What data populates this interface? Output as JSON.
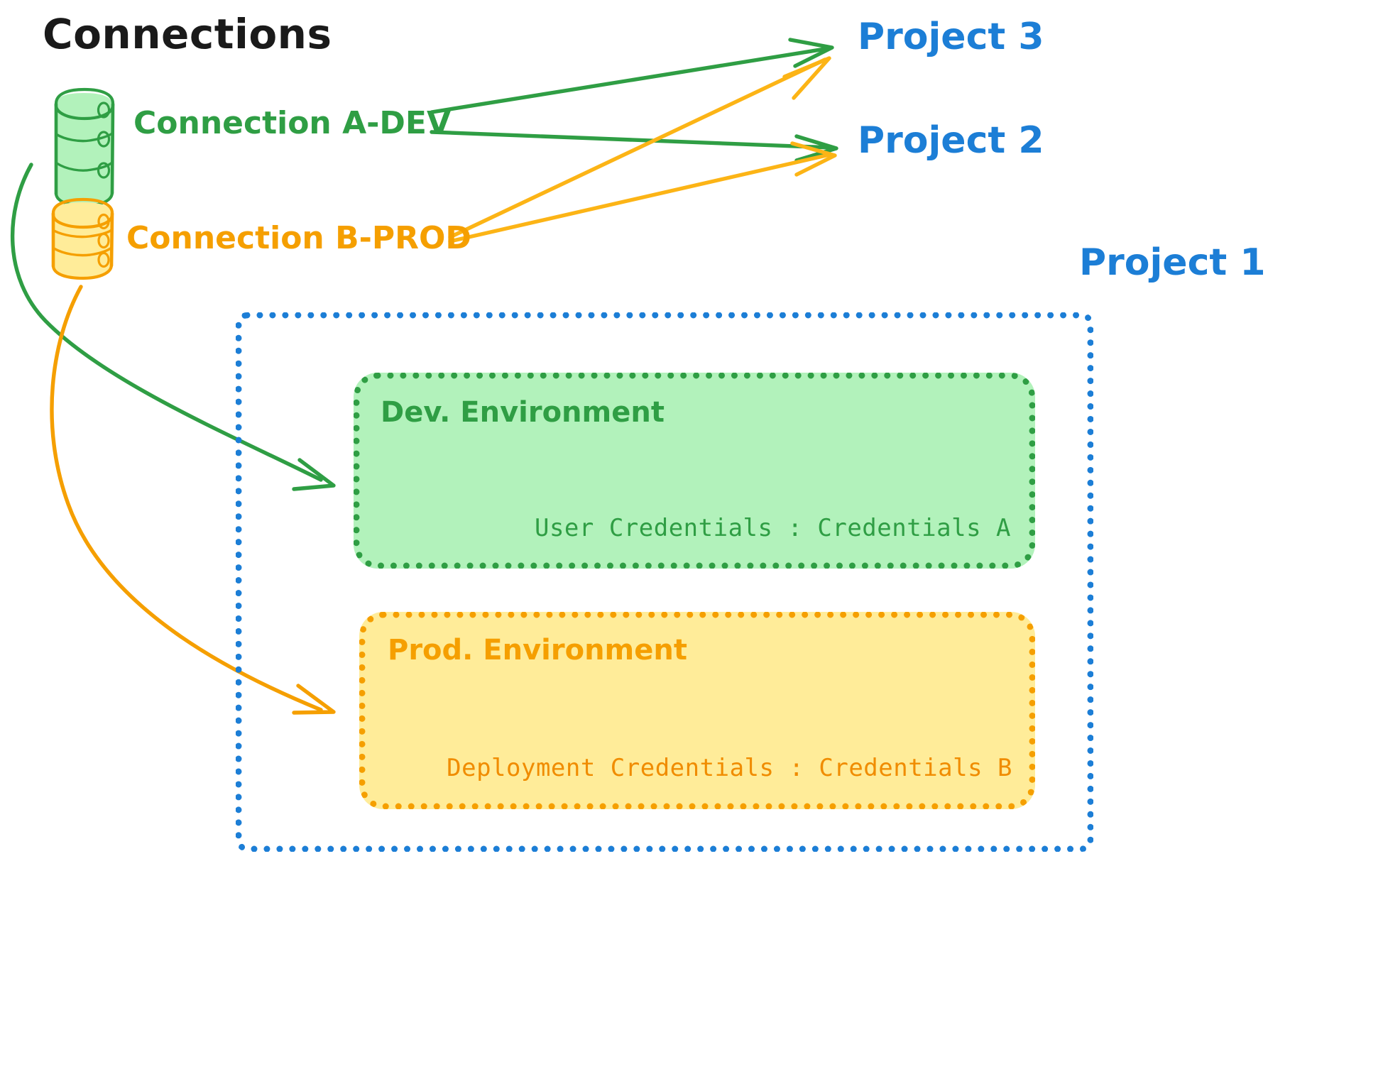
{
  "title": "Connections",
  "connections": [
    {
      "id": "a-dev",
      "label": "Connection A-DEV",
      "color": "#2f9e44",
      "icon": "database-icon"
    },
    {
      "id": "b-prod",
      "label": "Connection B-PROD",
      "color": "#f59f00",
      "icon": "database-icon"
    }
  ],
  "projects": [
    {
      "id": "project-3",
      "label": "Project 3",
      "color": "#1c7ed6"
    },
    {
      "id": "project-2",
      "label": "Project 2",
      "color": "#1c7ed6"
    },
    {
      "id": "project-1",
      "label": "Project 1",
      "color": "#1c7ed6"
    }
  ],
  "project1": {
    "label": "Project 1",
    "border_color": "#1c7ed6",
    "environments": [
      {
        "id": "dev",
        "title": "Dev. Environment",
        "credentials_label": "User Credentials",
        "credentials_separator": ":",
        "credentials_value": "Credentials A",
        "credentials_line": "User Credentials : Credentials A",
        "fill": "#b2f2bb",
        "stroke": "#2f9e44"
      },
      {
        "id": "prod",
        "title": "Prod. Environment",
        "credentials_label": "Deployment Credentials",
        "credentials_separator": ":",
        "credentials_value": "Credentials B",
        "credentials_line": "Deployment Credentials : Credentials B",
        "fill": "#ffec99",
        "stroke": "#f59f00"
      }
    ]
  },
  "edges": [
    {
      "id": "a-dev-to-project-3",
      "from": "Connection A-DEV",
      "to": "Project 3",
      "color": "#2f9e44"
    },
    {
      "id": "a-dev-to-project-2",
      "from": "Connection A-DEV",
      "to": "Project 2",
      "color": "#2f9e44"
    },
    {
      "id": "a-dev-to-dev-environment",
      "from": "Connection A-DEV",
      "to": "Dev. Environment",
      "color": "#2f9e44"
    },
    {
      "id": "b-prod-to-project-3",
      "from": "Connection B-PROD",
      "to": "Project 3",
      "color": "#f59f00"
    },
    {
      "id": "b-prod-to-project-2",
      "from": "Connection B-PROD",
      "to": "Project 2",
      "color": "#f59f00"
    },
    {
      "id": "b-prod-to-prod-environment",
      "from": "Connection B-PROD",
      "to": "Prod. Environment",
      "color": "#f59f00"
    }
  ],
  "colors": {
    "green_stroke": "#2f9e44",
    "green_fill": "#b2f2bb",
    "orange_stroke": "#f59f00",
    "orange_fill": "#ffec99",
    "blue": "#1c7ed6",
    "black": "#1a1a1a",
    "background": "#ffffff"
  }
}
